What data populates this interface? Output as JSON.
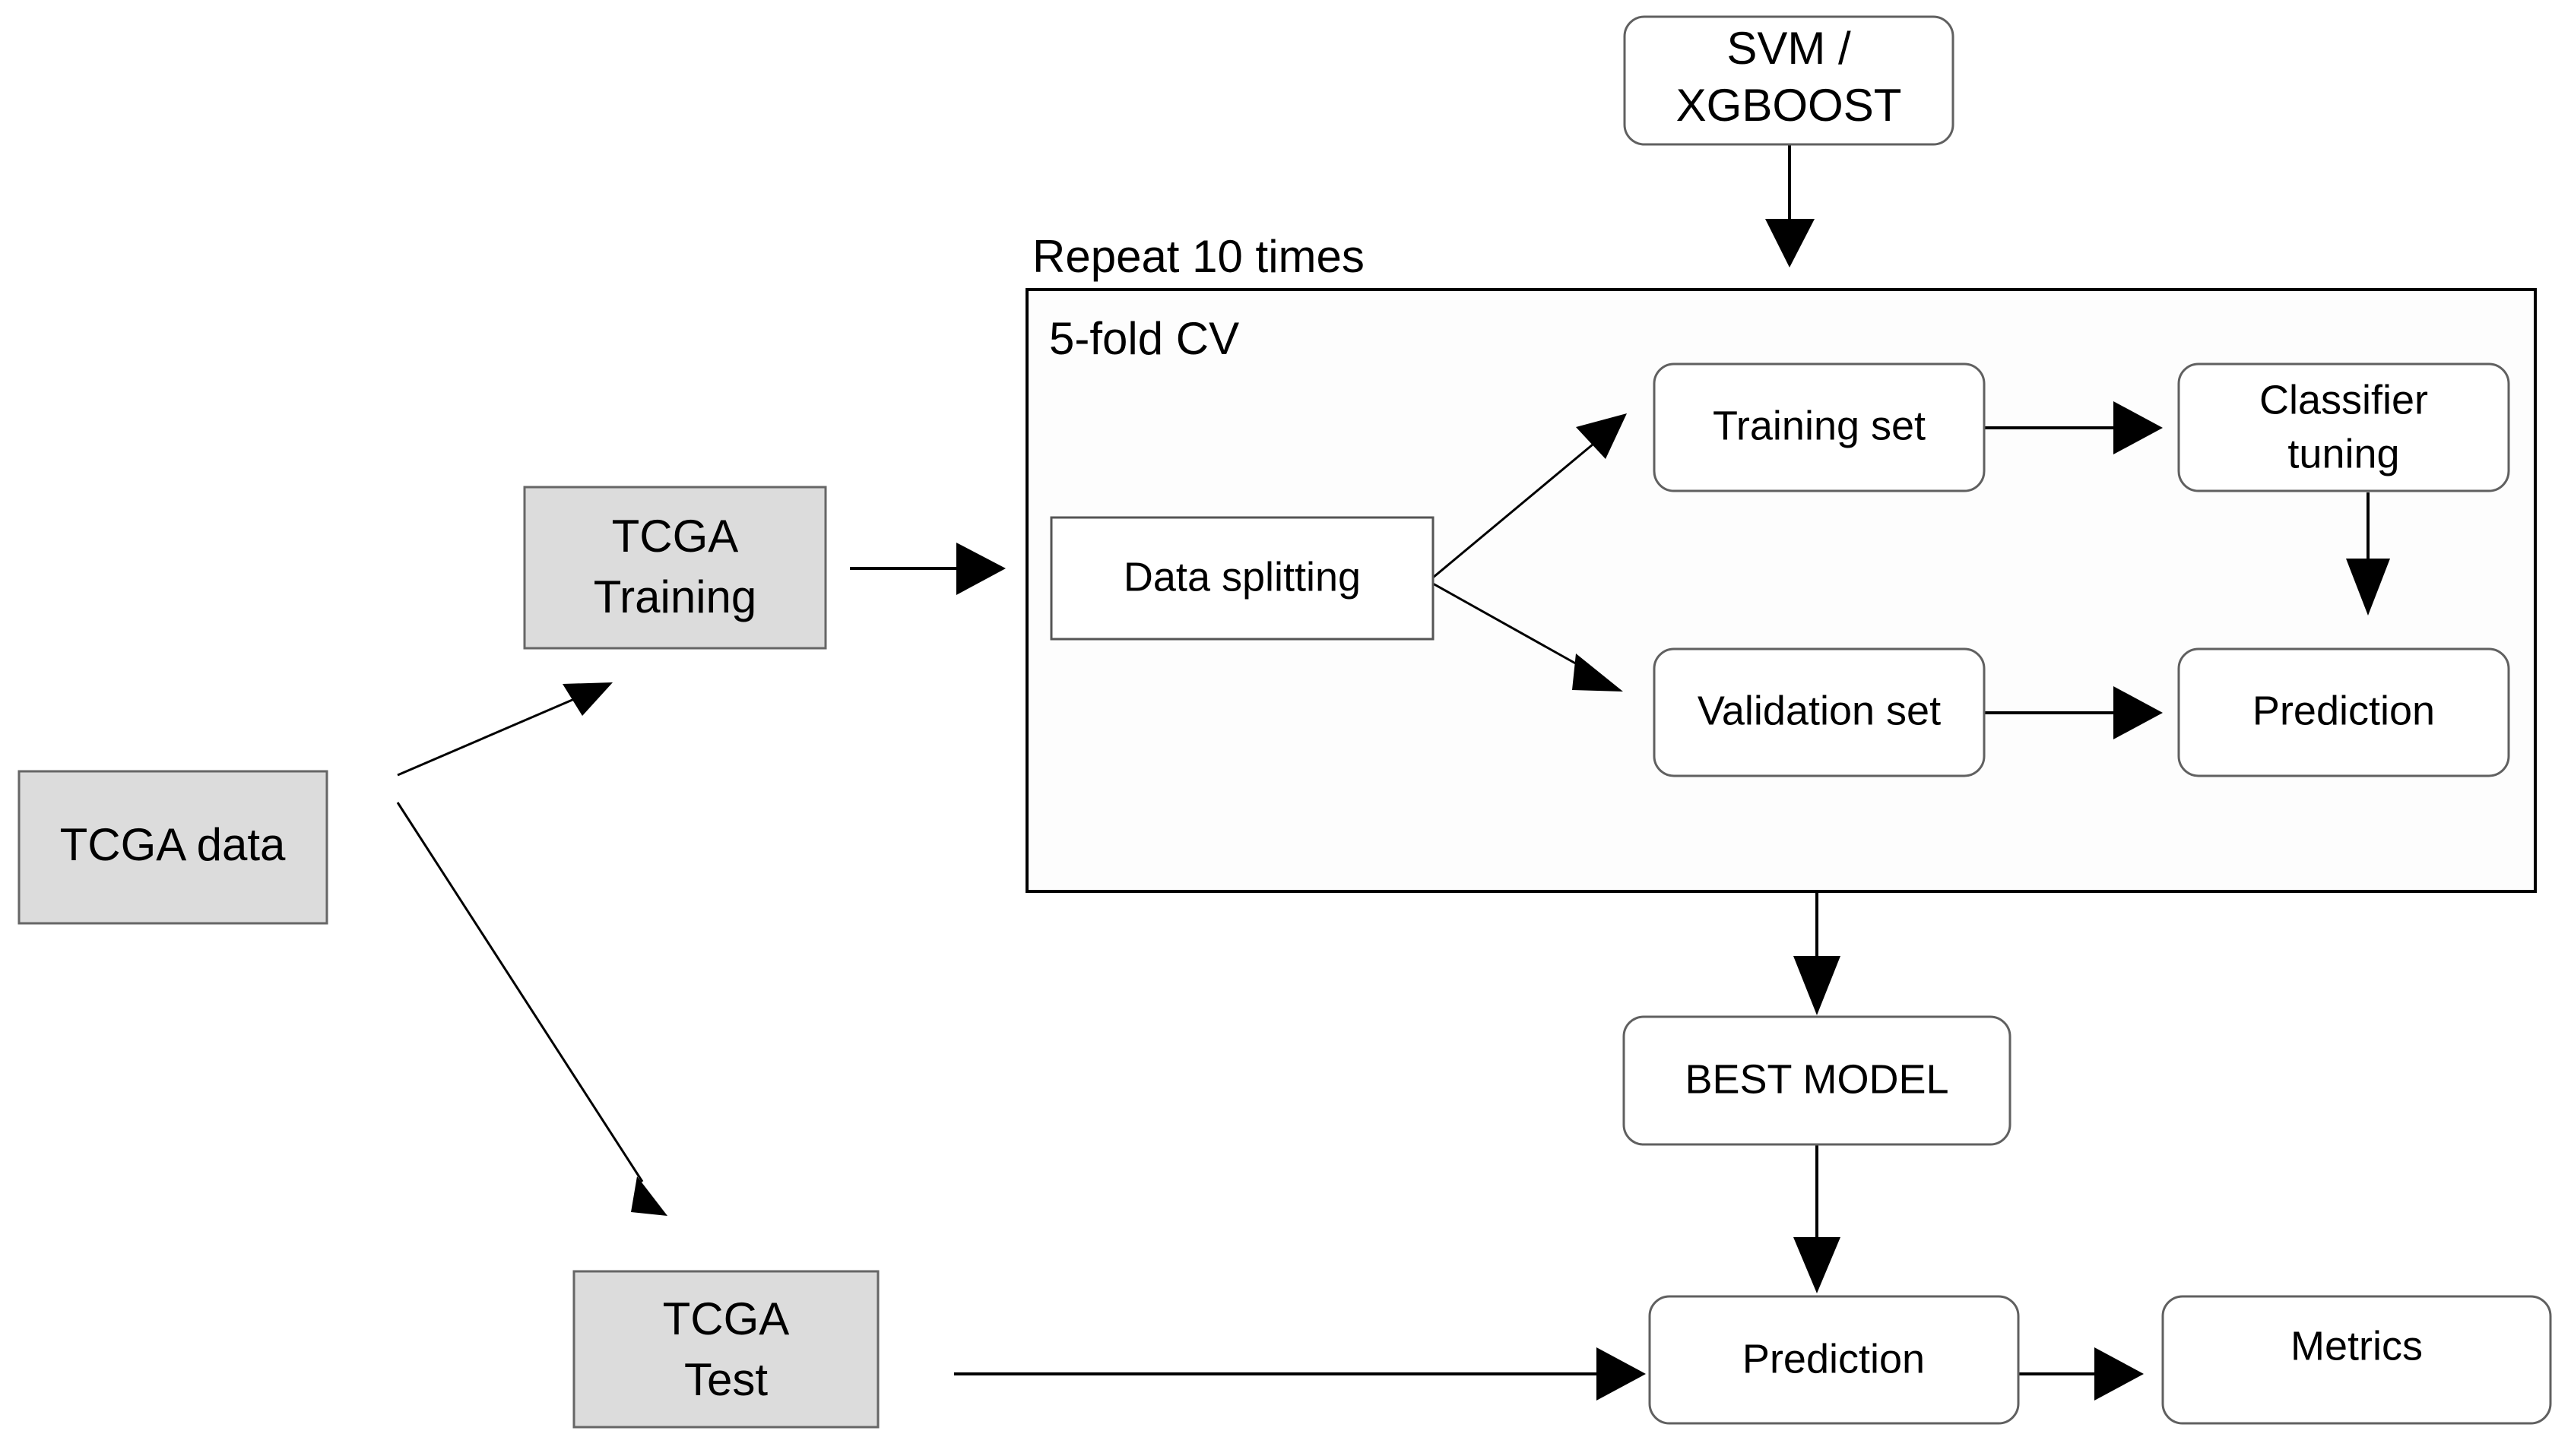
{
  "diagram": {
    "title_labels": {
      "repeat": "Repeat 10 times",
      "cv": "5-fold CV"
    },
    "nodes": {
      "tcga_data": "TCGA data",
      "tcga_training": "TCGA\nTraining",
      "tcga_training_line1": "TCGA",
      "tcga_training_line2": "Training",
      "tcga_test_line1": "TCGA",
      "tcga_test_line2": "Test",
      "svm_xgboost_line1": "SVM /",
      "svm_xgboost_line2": "XGBOOST",
      "data_splitting": "Data splitting",
      "training_set": "Training set",
      "validation_set": "Validation set",
      "classifier_tuning_line1": "Classifier",
      "classifier_tuning_line2": "tuning",
      "prediction_cv": "Prediction",
      "best_model": "BEST MODEL",
      "prediction_final": "Prediction",
      "metrics": "Metrics"
    },
    "colors": {
      "shaded_fill": "#dcdcdc",
      "plain_fill": "#ffffff",
      "border": "#606060",
      "container_border": "#000000",
      "text": "#000000"
    }
  }
}
